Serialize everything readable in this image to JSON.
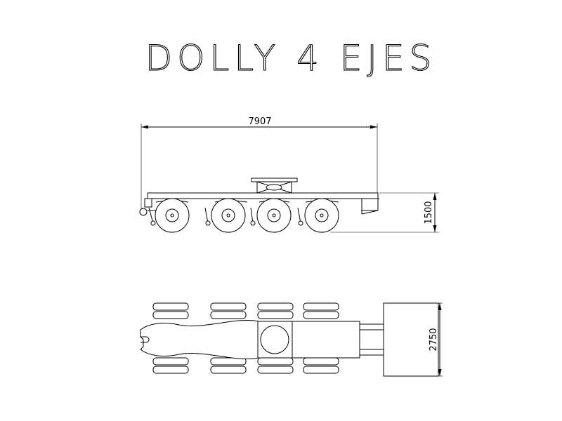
{
  "title": "DOLLY 4 EJES",
  "dimensions": {
    "length": "7907",
    "height": "1500",
    "width": "2750"
  },
  "colors": {
    "line": "#000000",
    "background": "#ffffff"
  }
}
